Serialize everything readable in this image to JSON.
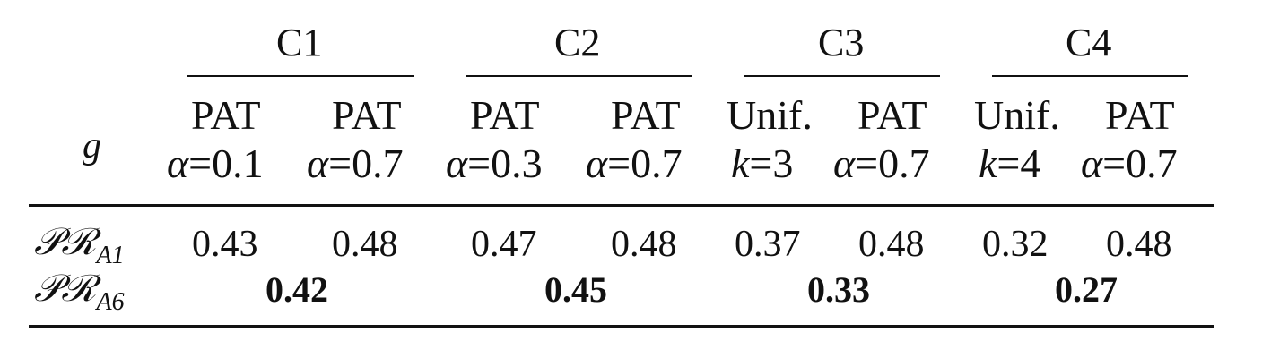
{
  "table": {
    "row_header": "g",
    "groups": [
      {
        "name": "C1",
        "columns": [
          {
            "method": "PAT",
            "param_sym": "α",
            "param_val": "=0.1"
          },
          {
            "method": "PAT",
            "param_sym": "α",
            "param_val": "=0.7"
          }
        ]
      },
      {
        "name": "C2",
        "columns": [
          {
            "method": "PAT",
            "param_sym": "α",
            "param_val": "=0.3"
          },
          {
            "method": "PAT",
            "param_sym": "α",
            "param_val": "=0.7"
          }
        ]
      },
      {
        "name": "C3",
        "columns": [
          {
            "method": "Unif.",
            "param_sym": "k",
            "param_val": "=3"
          },
          {
            "method": "PAT",
            "param_sym": "α",
            "param_val": "=0.7"
          }
        ]
      },
      {
        "name": "C4",
        "columns": [
          {
            "method": "Unif.",
            "param_sym": "k",
            "param_val": "=4"
          },
          {
            "method": "PAT",
            "param_sym": "α",
            "param_val": "=0.7"
          }
        ]
      }
    ],
    "rows": [
      {
        "label": "𝒫ℛ",
        "sub": "A1",
        "values": [
          "0.43",
          "0.48",
          "0.47",
          "0.48",
          "0.37",
          "0.48",
          "0.32",
          "0.48"
        ]
      },
      {
        "label": "𝒫ℛ",
        "sub": "A6",
        "merged_values": [
          "0.42",
          "0.45",
          "0.33",
          "0.27"
        ]
      }
    ]
  }
}
